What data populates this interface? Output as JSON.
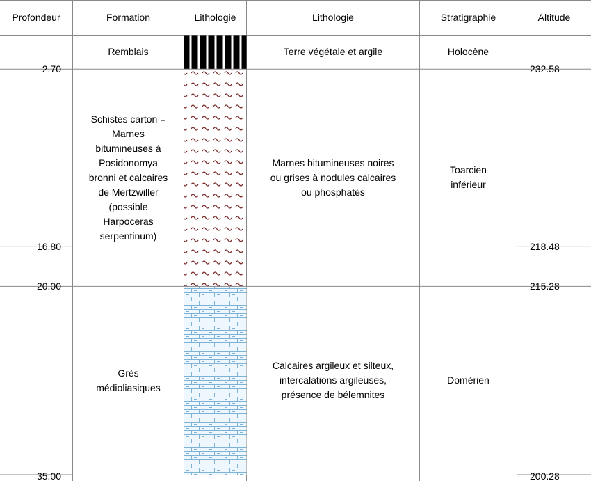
{
  "headers": {
    "depth": "Profondeur",
    "formation": "Formation",
    "lithology_graphic": "Lithologie",
    "lithology_desc": "Lithologie",
    "stratigraphy": "Stratigraphie",
    "altitude": "Altitude"
  },
  "layers": [
    {
      "top": 0,
      "bottom": 2.7,
      "top_label": "",
      "bottom_label": "2.70",
      "altitude_bottom": "232.58",
      "formation": "Remblais",
      "lithology": "Terre végétale et argile",
      "stratigraphy": "Holocène",
      "pattern": "fill",
      "pattern_color": "#000000"
    },
    {
      "top": 2.7,
      "bottom": 20.0,
      "bottom_label": "20.00",
      "altitude_bottom": "215.28",
      "formation": "Schistes carton =\nMarnes\nbitumineuses à\nPosidonomya\nbronni et calcaires\nde Mertzwiller\n(possible\nHarpoceras\nserpentinum)",
      "lithology": "Marnes bitumineuses noires\nou grises à nodules calcaires\nou phosphatés",
      "stratigraphy": "Toarcien\ninférieur",
      "pattern": "wave",
      "pattern_color": "#7a2a2a"
    },
    {
      "top": 20.0,
      "bottom": 35.0,
      "bottom_label": "35.00",
      "altitude_bottom": "200.28",
      "formation": "Grès\nmédioliasiques",
      "lithology": "Calcaires argileux et silteux,\nintercalations argileuses,\nprésence de bélemnites",
      "stratigraphy": "Domérien",
      "pattern": "brick",
      "pattern_color": "#7fb3d6"
    }
  ],
  "markers": [
    {
      "depth": 16.8,
      "label": "16.80",
      "altitude": "218.48"
    }
  ]
}
